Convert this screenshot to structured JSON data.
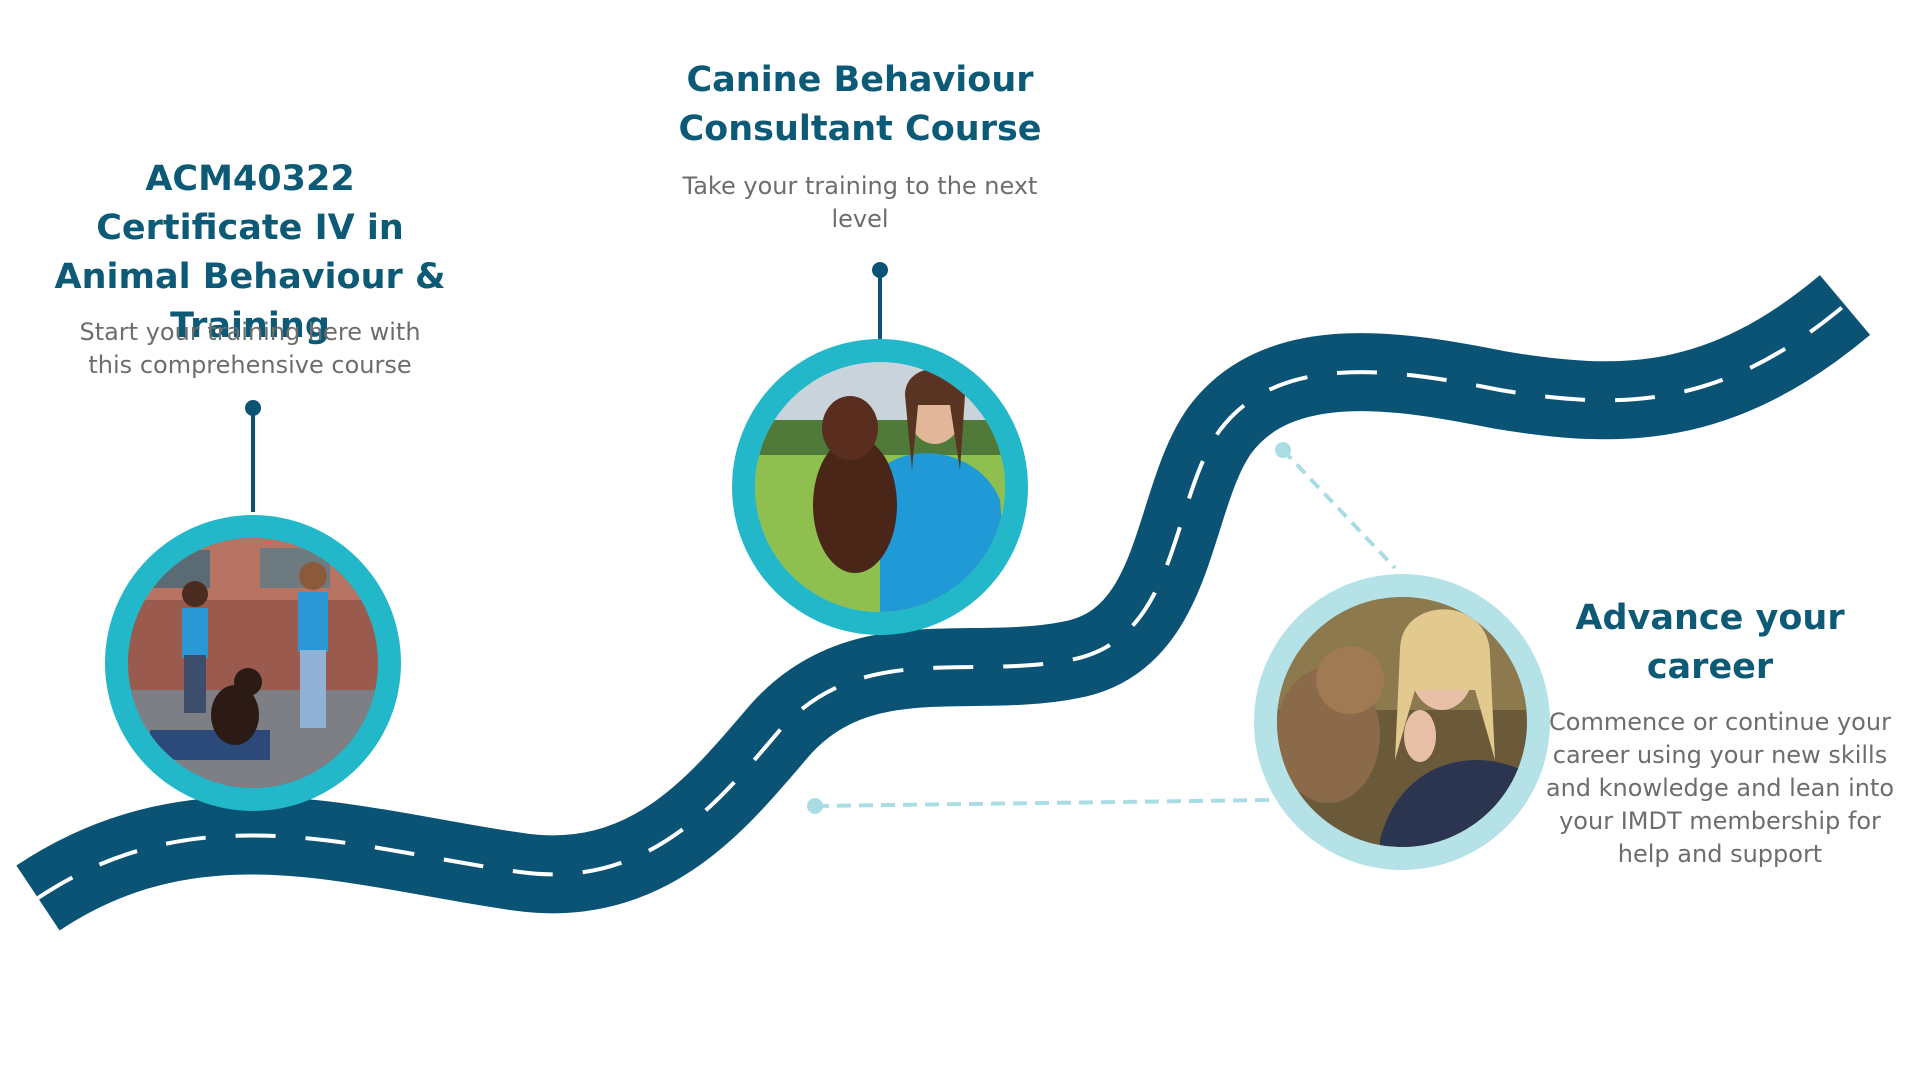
{
  "colors": {
    "road": "#0a5375",
    "road_dash": "#ffffff",
    "title": "#0d5a77",
    "description": "#6d6d6d",
    "connector_dark": "#0a5375",
    "connector_light": "#a9dde3",
    "ring_teal": "#22b7c9",
    "ring_light": "#b4e2e6"
  },
  "steps": [
    {
      "title": "ACM40322 Certificate IV in Animal Behaviour & Training",
      "description": "Start your training here with this comprehensive course",
      "photo": "photo: two trainers in blue shirts working with a seated dark brown labrador outdoors"
    },
    {
      "title": "Canine Behaviour Consultant Course",
      "description": "Take your training to the next level",
      "photo": "photo: smiling trainer in blue shirt holding a brown spaniel on a grassy field"
    },
    {
      "title": "Advance your career",
      "description": "Commence or continue your career using your new skills and knowledge and lean into your IMDT membership for help and support",
      "photo": "photo: blonde trainer giving a high-five to a scruffy terrier"
    }
  ]
}
